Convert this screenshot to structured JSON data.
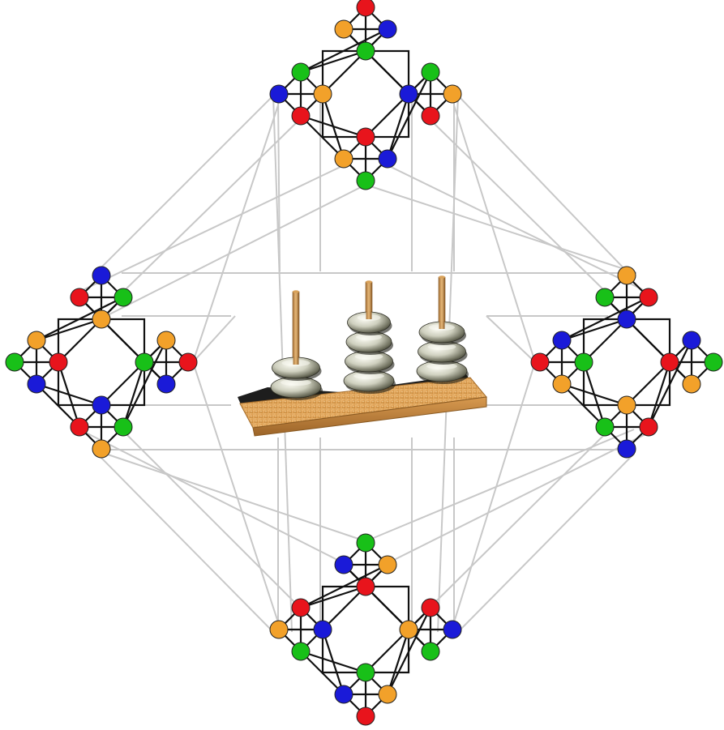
{
  "title": "",
  "palette": {
    "red": "#e8141c",
    "blue": "#1a1ad8",
    "green": "#18c018",
    "orange": "#f2a12a",
    "edge_inner": "#111111",
    "edge_outer": "#c8c8c8",
    "node_stroke": "#222222",
    "wood_light": "#e9b46a",
    "wood_dark": "#b8782e",
    "ring_light": "#f0f0e6",
    "ring_dark": "#4a4a3a",
    "shadow": "#111111"
  },
  "clusters": [
    {
      "name": "cluster-top",
      "groups": [
        {
          "name": "top",
          "nodes": [
            "red",
            "blue",
            "orange",
            "green"
          ]
        },
        {
          "name": "left",
          "nodes": [
            "blue",
            "green",
            "red",
            "orange"
          ]
        },
        {
          "name": "right",
          "nodes": [
            "orange",
            "red",
            "green",
            "blue"
          ]
        },
        {
          "name": "bottom",
          "nodes": [
            "green",
            "orange",
            "blue",
            "red"
          ]
        }
      ]
    },
    {
      "name": "cluster-left",
      "groups": [
        {
          "name": "top",
          "nodes": [
            "blue",
            "green",
            "red",
            "orange"
          ]
        },
        {
          "name": "left",
          "nodes": [
            "green",
            "orange",
            "blue",
            "red"
          ]
        },
        {
          "name": "right",
          "nodes": [
            "red",
            "blue",
            "orange",
            "green"
          ]
        },
        {
          "name": "bottom",
          "nodes": [
            "orange",
            "red",
            "green",
            "blue"
          ]
        }
      ]
    },
    {
      "name": "cluster-right",
      "groups": [
        {
          "name": "top",
          "nodes": [
            "orange",
            "red",
            "green",
            "blue"
          ]
        },
        {
          "name": "left",
          "nodes": [
            "red",
            "blue",
            "orange",
            "green"
          ]
        },
        {
          "name": "right",
          "nodes": [
            "green",
            "orange",
            "blue",
            "red"
          ]
        },
        {
          "name": "bottom",
          "nodes": [
            "blue",
            "green",
            "red",
            "orange"
          ]
        }
      ]
    },
    {
      "name": "cluster-bottom",
      "groups": [
        {
          "name": "top",
          "nodes": [
            "green",
            "orange",
            "blue",
            "red"
          ]
        },
        {
          "name": "left",
          "nodes": [
            "orange",
            "red",
            "green",
            "blue"
          ]
        },
        {
          "name": "right",
          "nodes": [
            "blue",
            "green",
            "red",
            "orange"
          ]
        },
        {
          "name": "bottom",
          "nodes": [
            "red",
            "blue",
            "orange",
            "green"
          ]
        }
      ]
    }
  ],
  "tower": {
    "pegs": [
      {
        "name": "peg-left",
        "disks": 2
      },
      {
        "name": "peg-middle",
        "disks": 4
      },
      {
        "name": "peg-right",
        "disks": 3
      }
    ]
  }
}
